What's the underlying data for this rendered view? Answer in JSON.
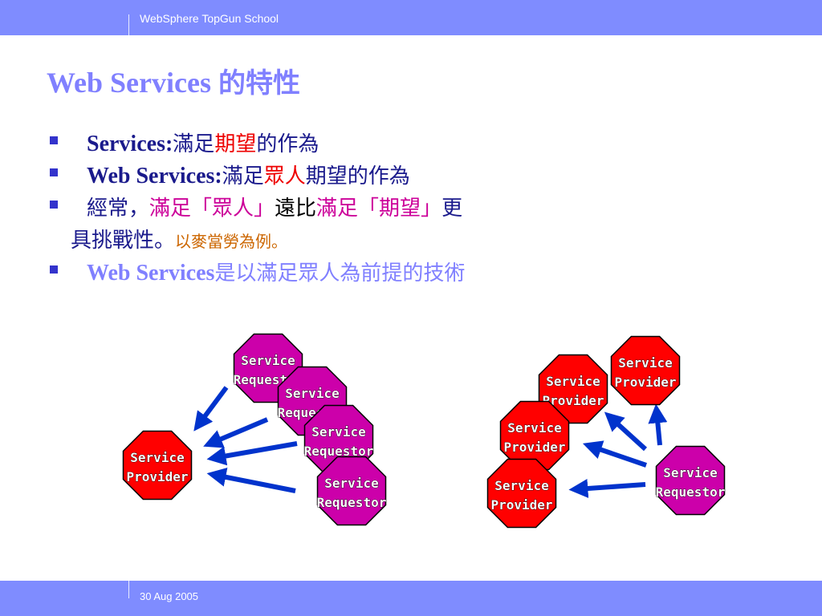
{
  "header": {
    "title": "WebSphere TopGun School"
  },
  "footer": {
    "date": "30 Aug 2005"
  },
  "slide": {
    "title_en": "Web Services ",
    "title_zh": "的特性"
  },
  "bullets": {
    "b1": {
      "label": "Services: ",
      "t1": "滿足",
      "t2": "期望",
      "t3": "的作為"
    },
    "b2": {
      "label": "Web Services: ",
      "t1": "滿足",
      "t2": "眾人",
      "t3": "期望的作為"
    },
    "b3": {
      "t1": "經常，",
      "t2": "滿足「眾人」",
      "t3": "遠比",
      "t4": "滿足「期望」",
      "t5": "更",
      "t6": "具挑戰性",
      "t7": "。",
      "t8": "以麥當勞為例。"
    },
    "b4": {
      "label": "Web Services ",
      "t1": "是以滿足眾人為前提的技術"
    }
  },
  "diagram": {
    "colors": {
      "provider": "#ff0000",
      "requestor": "#cc00aa",
      "arrow": "#0033cc",
      "text": "#ffffff"
    },
    "left_group": {
      "requestors": [
        {
          "line1": "Service",
          "line2": "Requestor"
        },
        {
          "line1": "Service",
          "line2": "Requestor"
        },
        {
          "line1": "Service",
          "line2": "Requestor"
        },
        {
          "line1": "Service",
          "line2": "Requestor"
        }
      ],
      "provider": {
        "line1": "Service",
        "line2": "Provider"
      }
    },
    "right_group": {
      "providers": [
        {
          "line1": "Service",
          "line2": "Provider"
        },
        {
          "line1": "Service",
          "line2": "Provider"
        },
        {
          "line1": "Service",
          "line2": "Provider"
        },
        {
          "line1": "Service",
          "line2": "Provider"
        }
      ],
      "requestor": {
        "line1": "Service",
        "line2": "Requestor"
      }
    }
  }
}
